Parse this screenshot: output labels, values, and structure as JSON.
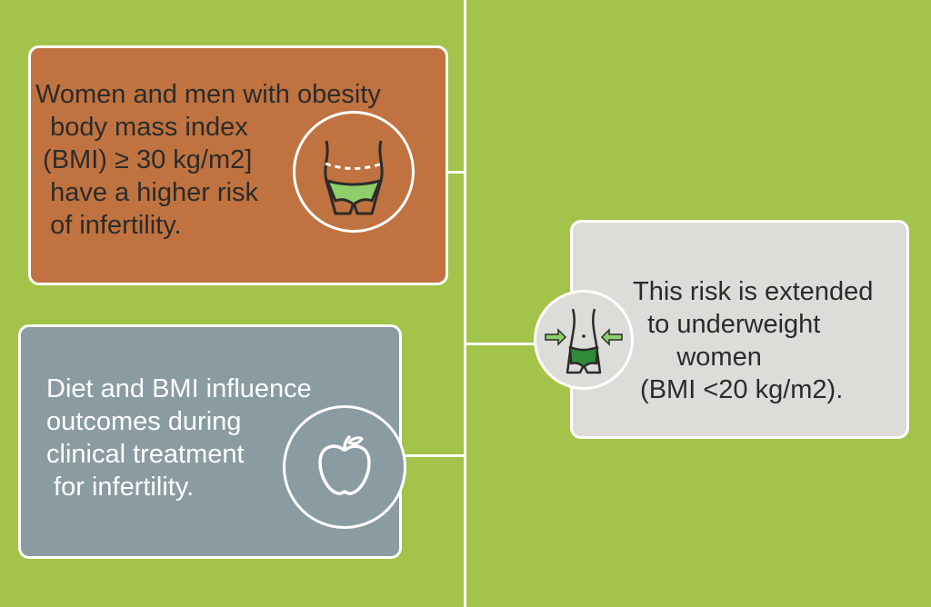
{
  "colors": {
    "background": "#a3c34a",
    "obesity_card": "#c07340",
    "diet_card": "#8a9ba2",
    "underweight_card": "#dcddd9",
    "lines": "#ffffff",
    "icon_green": "#8fcf6a",
    "icon_dark_green": "#2e8b3a"
  },
  "icons": {
    "obesity": "waist-obesity-icon",
    "underweight": "waist-underweight-icon",
    "diet": "apple-icon"
  },
  "cards": {
    "obesity": {
      "text": "Women and men with obesity\n  body mass index\n (BMI) ≥ 30 kg/m2]\n  have a higher risk\n  of infertility."
    },
    "diet": {
      "text": "Diet and BMI influence\noutcomes during\nclinical treatment\n for infertility."
    },
    "underweight": {
      "text": "This risk is extended\n  to underweight\n      women\n (BMI <20 kg/m2)."
    }
  }
}
